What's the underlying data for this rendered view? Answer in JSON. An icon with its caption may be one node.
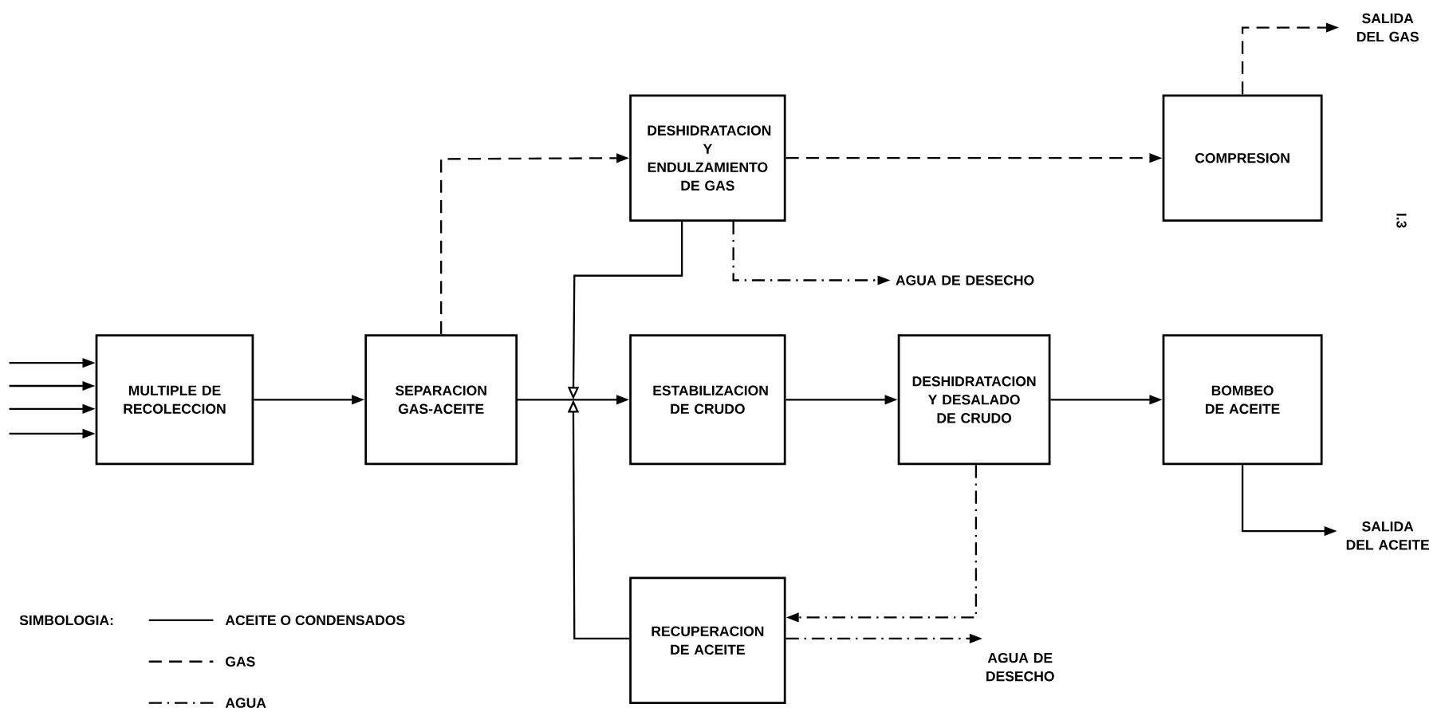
{
  "diagram": {
    "nodes": [
      {
        "text": [
          "MULTIPLE DE RECOLECCION"
        ]
      },
      {
        "text": [
          "SEPARACION GAS-ACEITE"
        ]
      },
      {
        "text": [
          "DESHIDRATACION Y ENDULZAMIENTO DE GAS"
        ]
      },
      {
        "text": [
          "COMPRESION"
        ]
      },
      {
        "text": [
          "ESTABILIZACION DE CRUDO"
        ]
      },
      {
        "text": [
          "DESHIDRATACION Y DESALADO DE CRUDO"
        ]
      },
      {
        "text": [
          "BOMBEO DE ACEITE"
        ]
      },
      {
        "text": [
          "RECUPERACION DE ACEITE"
        ]
      },
      {
        "text": [
          "SALIDA DEL GAS"
        ]
      },
      {
        "text": [
          "AGUA DE DESECHO"
        ]
      },
      {
        "text": [
          "SALIDA DEL ACEITE"
        ]
      },
      {
        "text": [
          "AGUA DE DESECHO"
        ]
      }
    ],
    "edges": [
      {
        "from": null,
        "to": 0,
        "arrow": "to"
      },
      {
        "from": null,
        "to": 0,
        "arrow": "to"
      },
      {
        "from": null,
        "to": 0,
        "arrow": "to"
      },
      {
        "from": null,
        "to": 0,
        "arrow": "to"
      },
      {
        "from": 0,
        "to": 1,
        "arrow": "to"
      },
      {
        "from": 1,
        "to": 2,
        "arrow": "to",
        "style": "dashed"
      },
      {
        "from": 1,
        "to": 4,
        "arrow": "to"
      },
      {
        "from": 2,
        "to": 3,
        "arrow": "to",
        "style": "dashed"
      },
      {
        "from": 3,
        "to": 8,
        "arrow": "to",
        "style": "dashed"
      },
      {
        "from": 2,
        "to": 9,
        "arrow": "to",
        "style": "dashed"
      },
      {
        "from": 2,
        "to": 4,
        "arrow": "to"
      },
      {
        "from": 7,
        "to": 4,
        "arrow": "to"
      },
      {
        "from": 4,
        "to": 5,
        "arrow": "to"
      },
      {
        "from": 5,
        "to": 6,
        "arrow": "to"
      },
      {
        "from": 6,
        "to": 10,
        "arrow": "to"
      },
      {
        "from": 5,
        "to": 7,
        "arrow": "to",
        "style": "dashed"
      },
      {
        "from": 7,
        "to": 11,
        "arrow": "to",
        "style": "dashed"
      }
    ],
    "labels": [
      "SIMBOLOGIA:",
      "I.3"
    ],
    "legend": [
      {
        "text": "ACEITE O CONDENSADOS"
      },
      {
        "text": "GAS"
      },
      {
        "text": "AGUA"
      }
    ]
  }
}
